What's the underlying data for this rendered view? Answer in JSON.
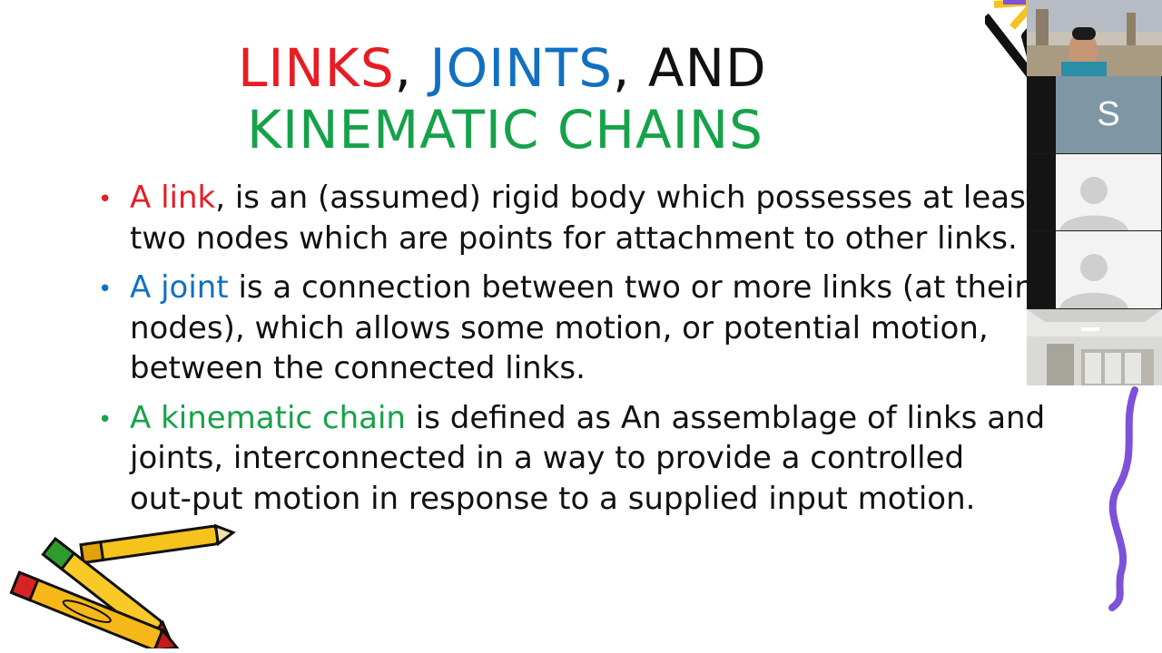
{
  "colors": {
    "red": "#e81c23",
    "blue": "#1170c2",
    "black": "#111111",
    "green": "#16a24a",
    "bullet_red": "#e81c23",
    "bullet_blue": "#1170c2",
    "bullet_green": "#16a24a",
    "deco_purple": "#7d52d9",
    "avatar_slate": "#7f96a4"
  },
  "title": {
    "links": "LINKS",
    "comma1": ", ",
    "joints": "JOINTS",
    "comma2": ", AND",
    "line2": "KINEMATIC CHAINS"
  },
  "bullets": [
    {
      "lead": "A link",
      "lines": [
        ", is an (assumed) rigid body which possesses at least",
        "two nodes which are points for attachment to other links."
      ]
    },
    {
      "lead": "A joint",
      "lines": [
        " is a connection between two or more links (at their",
        "nodes), which allows some motion, or potential motion,",
        "between the connected links."
      ]
    },
    {
      "lead": "A kinematic chain",
      "lines": [
        " is defined as An assemblage of links and",
        "joints, interconnected in a way to provide a controlled",
        "out-put motion in response to a supplied input motion."
      ]
    }
  ],
  "video_panel": {
    "participant_initial": "S",
    "icons": [
      "camera-feed",
      "person-avatar",
      "person-avatar",
      "camera-feed"
    ]
  }
}
